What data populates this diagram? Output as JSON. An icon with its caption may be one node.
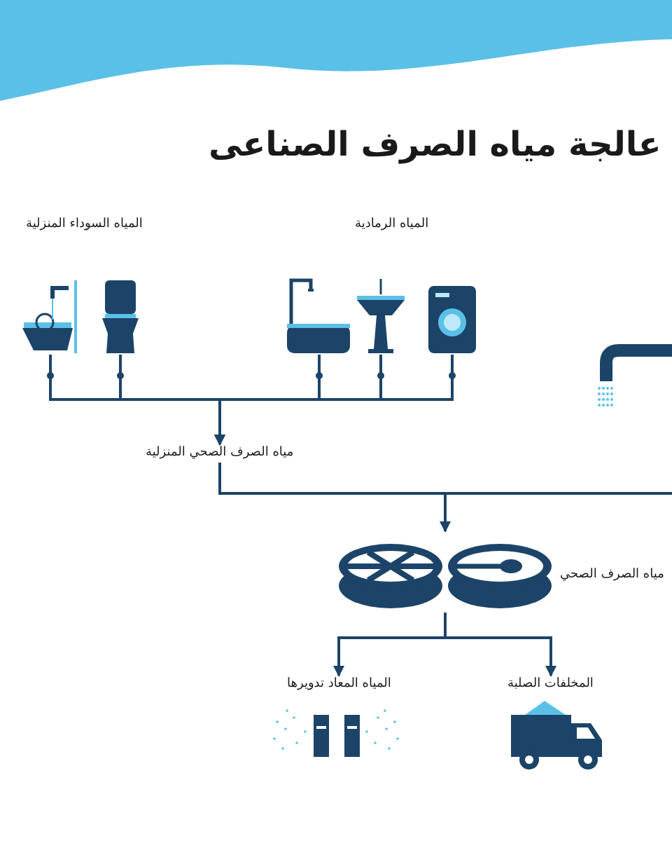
{
  "diagram": {
    "title": "عالجة مياه الصرف الصناعى",
    "nodes": [
      {
        "text": [],
        "shape": "sink"
      },
      {
        "text": [],
        "shape": "toilet"
      },
      {
        "text": [],
        "shape": "bathtub"
      },
      {
        "text": [],
        "shape": "washbasin"
      },
      {
        "text": [],
        "shape": "washer"
      },
      {
        "text": [
          "مياه الصرف الصحي المنزلية"
        ]
      },
      {
        "text": [],
        "shape": "tank",
        "beside": [
          "مياه الصرف الصحي"
        ]
      },
      {
        "text": [
          "المياه المعاد تدويرها"
        ]
      },
      {
        "text": [
          "المخلفات الصلبة"
        ]
      }
    ],
    "edges": [
      {
        "from": 0,
        "to": 5,
        "arrow": "to"
      },
      {
        "from": 1,
        "to": 5,
        "arrow": "to"
      },
      {
        "from": 2,
        "to": 5,
        "arrow": "to"
      },
      {
        "from": 3,
        "to": 5,
        "arrow": "to"
      },
      {
        "from": 4,
        "to": 5,
        "arrow": "to"
      },
      {
        "from": 5,
        "to": 6,
        "arrow": "to"
      },
      {
        "from": 6,
        "to": 7,
        "arrow": "to"
      },
      {
        "from": 6,
        "to": 8,
        "arrow": "to"
      }
    ],
    "labels": [
      "المياه السوداء المنزلية",
      "المياه الرمادية"
    ]
  }
}
